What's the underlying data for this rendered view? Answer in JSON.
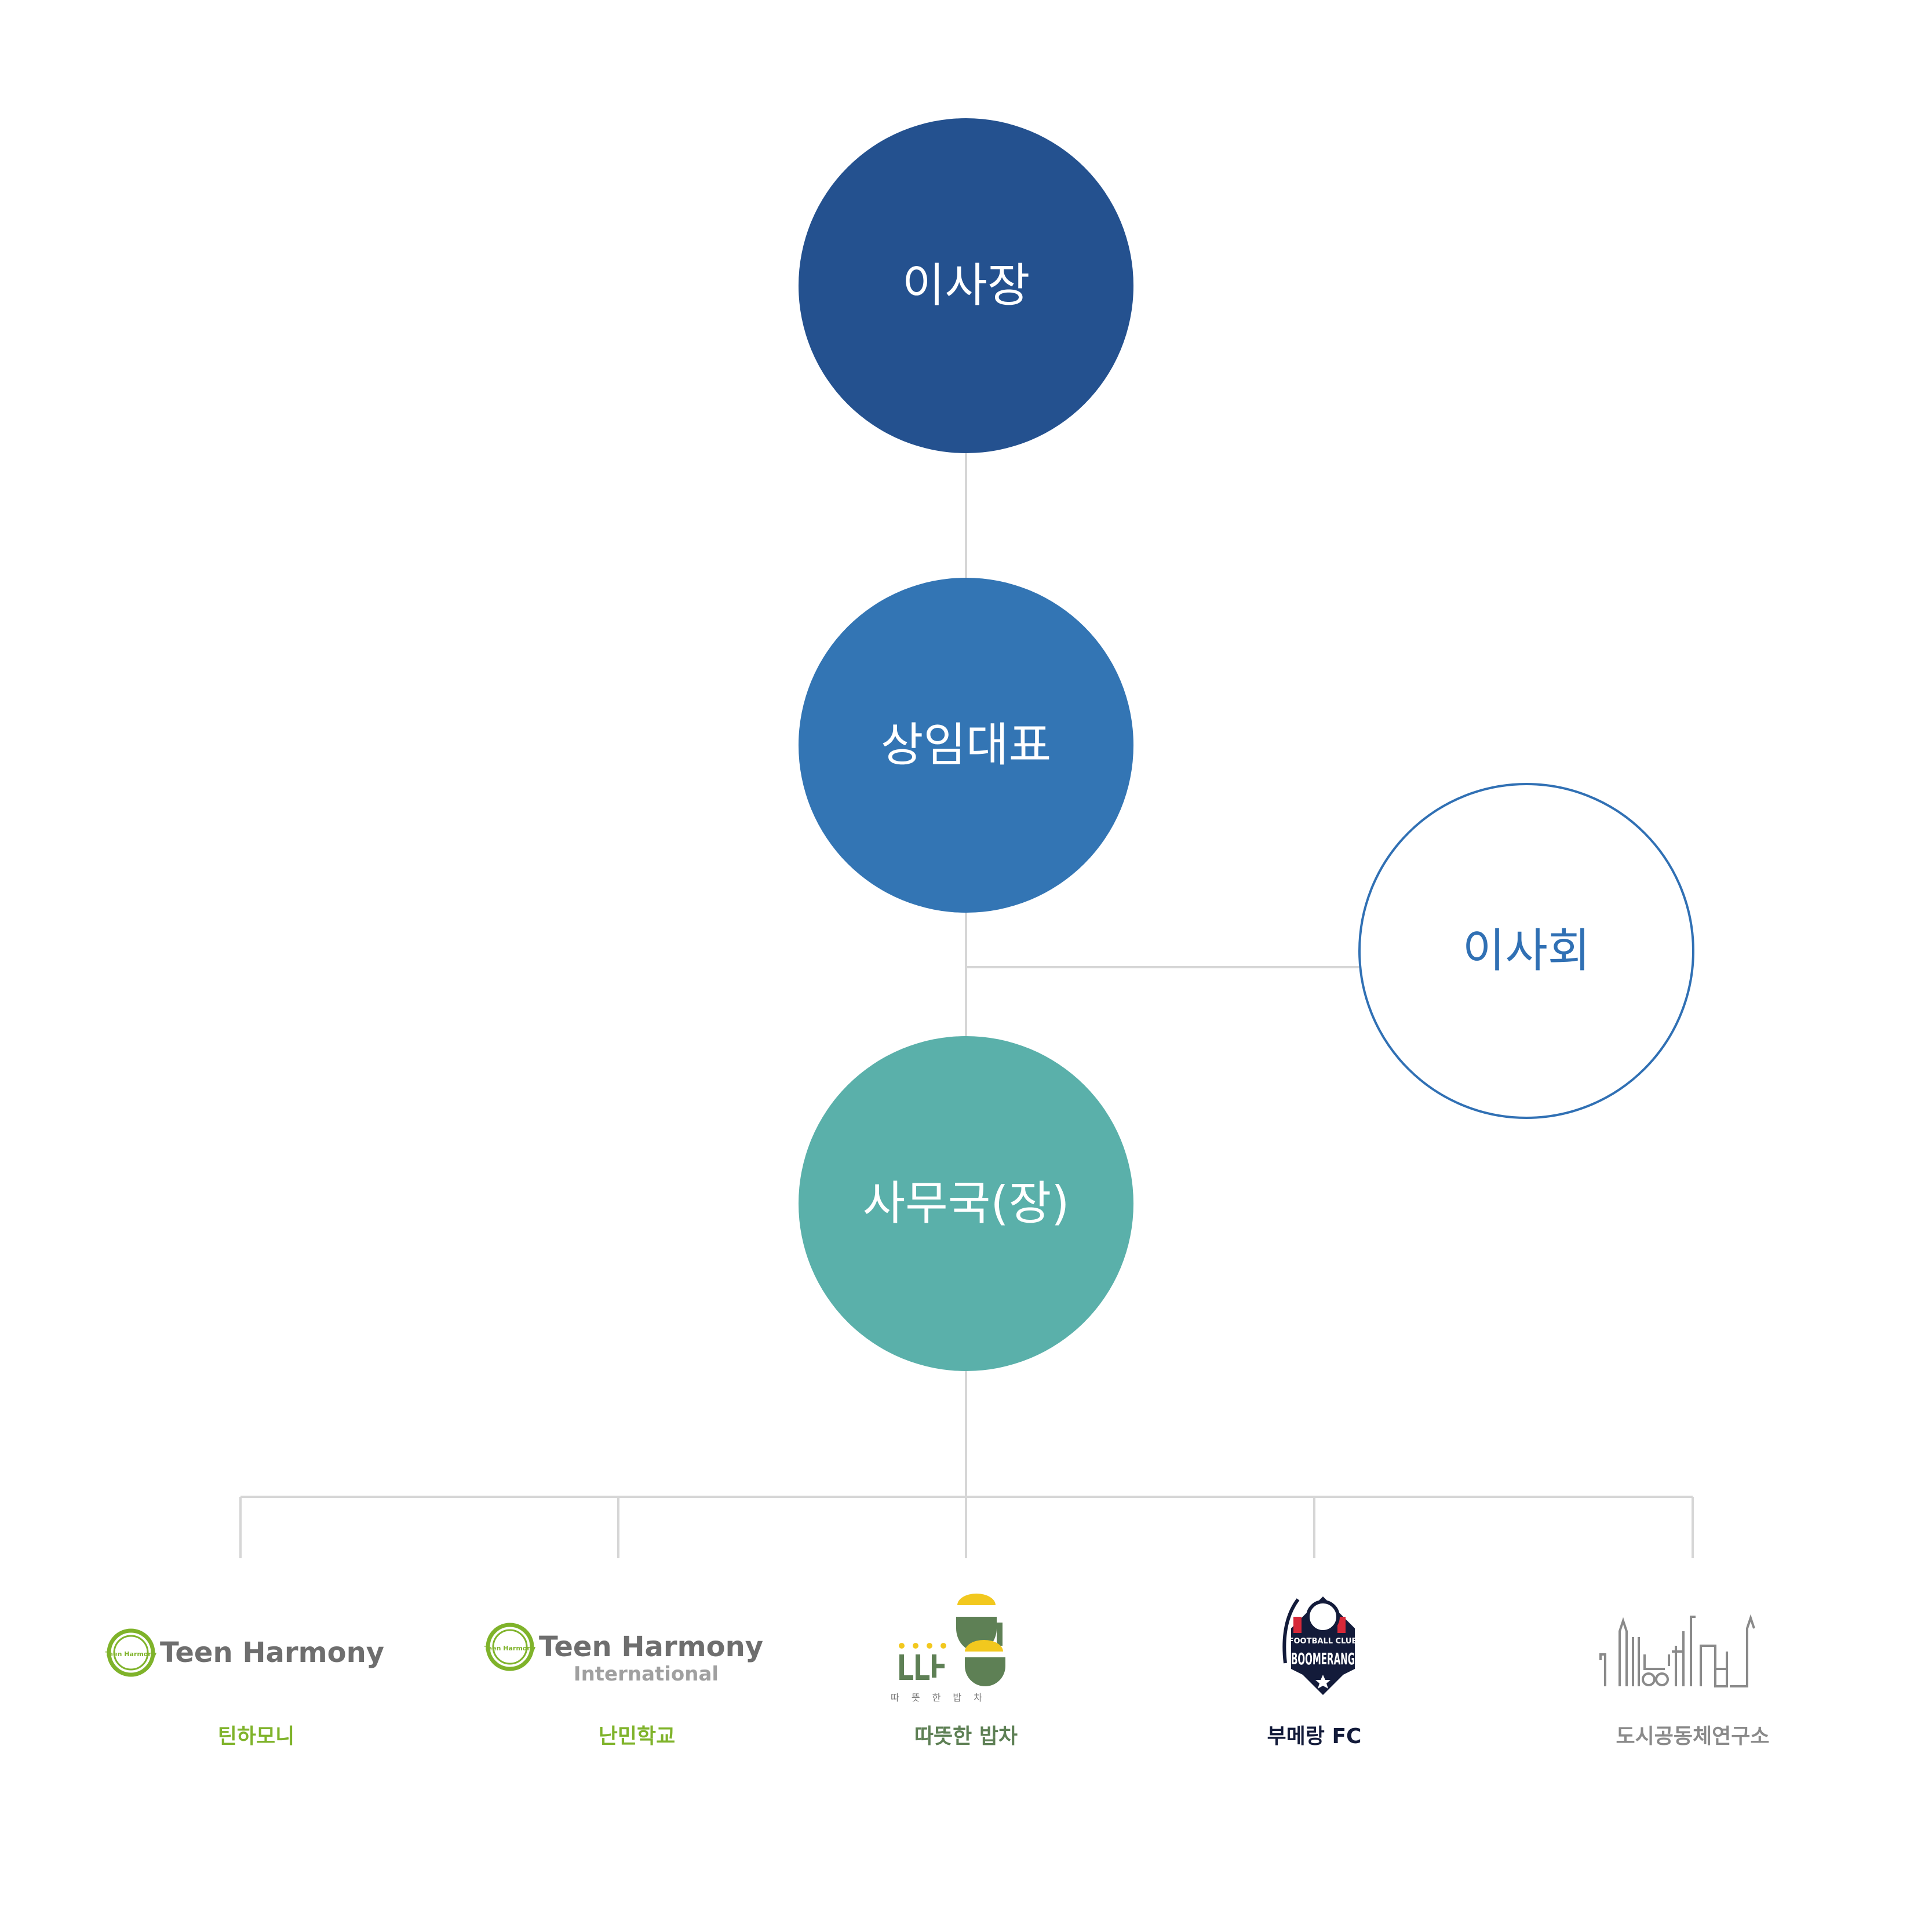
{
  "nodes": {
    "chairman": "이사장",
    "executive": "상임대표",
    "board": "이사회",
    "secretariat": "사무국(장)"
  },
  "colors": {
    "chairman": "#24518F",
    "executive": "#3375B4",
    "secretariat": "#5AB0AA",
    "board_stroke": "#3070B4",
    "connector": "#D6D6D6",
    "green": "#7FB32A",
    "bapcha_green": "#5E8055",
    "bapcha_yellow": "#F2C81E",
    "navy": "#131B3A",
    "gray": "#8A8A8A"
  },
  "units": [
    {
      "label": "틴하모니",
      "logo_title": "Teen Harmony",
      "logo_subtitle": "",
      "badge_text": "Teen Harmony"
    },
    {
      "label": "난민학교",
      "logo_title": "Teen Harmony",
      "logo_subtitle": "International",
      "badge_text": "Teen Harmony"
    },
    {
      "label": "따뜻한 밥차",
      "logo_caption": "따 뜻 한 밥 차"
    },
    {
      "label": "부메랑 FC",
      "logo_top": "FOOTBALL CLUB",
      "logo_main": "BOOMERANG"
    },
    {
      "label": "도시공동체연구소"
    }
  ]
}
